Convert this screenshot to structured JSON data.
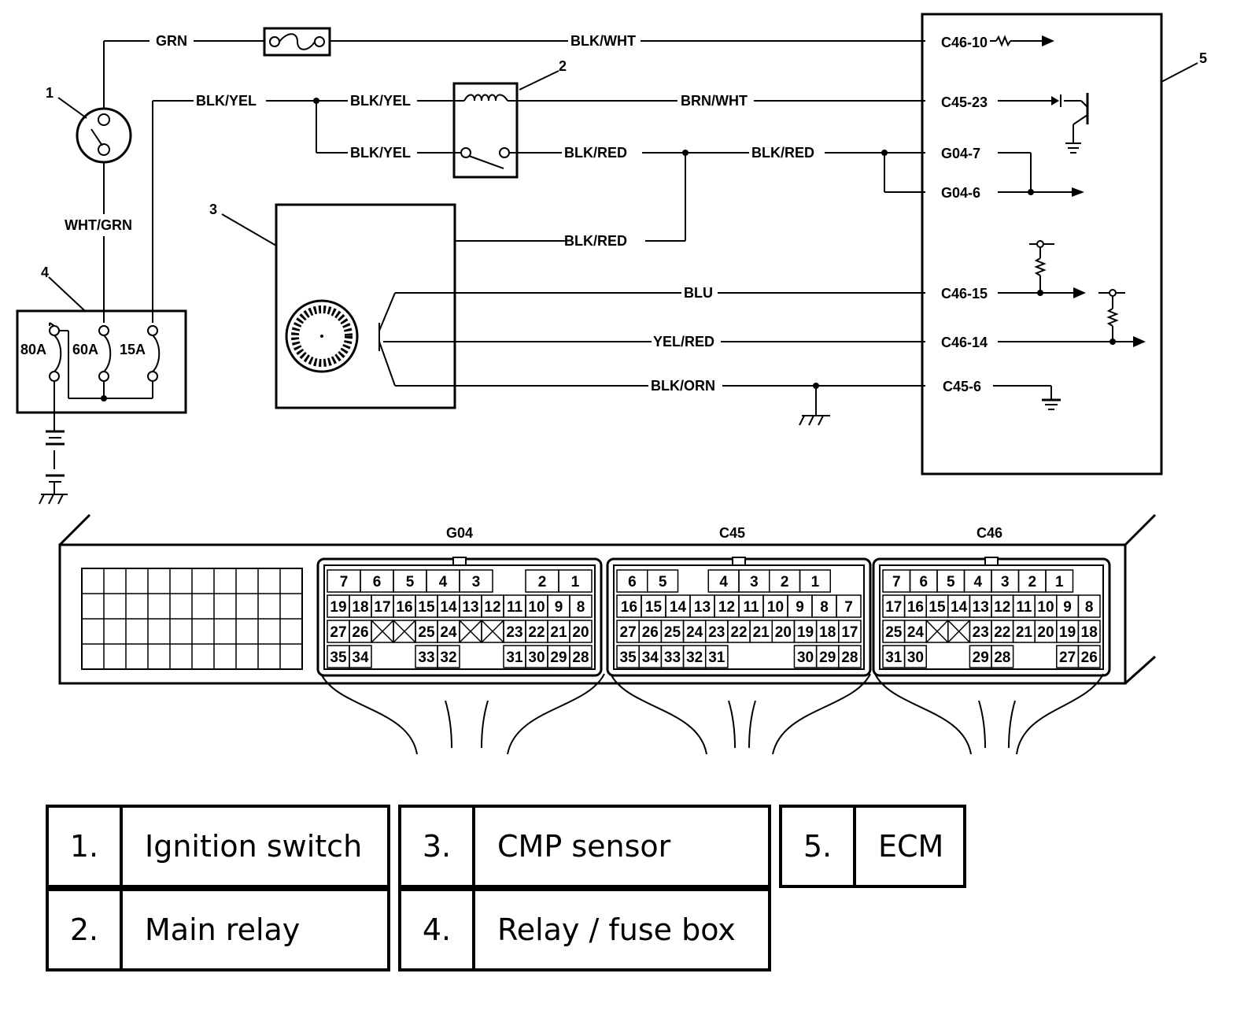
{
  "wires": {
    "grn": "GRN",
    "blk_wht": "BLK/WHT",
    "blk_yel_1": "BLK/YEL",
    "blk_yel_2": "BLK/YEL",
    "blk_yel_3": "BLK/YEL",
    "brn_wht": "BRN/WHT",
    "blk_red_1": "BLK/RED",
    "blk_red_2": "BLK/RED",
    "blk_red_3": "BLK/RED",
    "wht_grn": "WHT/GRN",
    "blu": "BLU",
    "yel_red": "YEL/RED",
    "blk_orn": "BLK/ORN"
  },
  "callouts": {
    "c1": "1",
    "c2": "2",
    "c3": "3",
    "c4": "4",
    "c5": "5"
  },
  "ecm_pins": {
    "p1": "C46-10",
    "p2": "C45-23",
    "p3": "G04-7",
    "p4": "G04-6",
    "p5": "C46-15",
    "p6": "C46-14",
    "p7": "C45-6"
  },
  "fuses": {
    "f1": "80A",
    "f2": "60A",
    "f3": "15A"
  },
  "connectors": {
    "names": [
      "G04",
      "C45",
      "C46"
    ],
    "G04": [
      [
        "7",
        "6",
        "5",
        "4",
        "3",
        "",
        "2",
        "1"
      ],
      [
        "19",
        "18",
        "17",
        "16",
        "15",
        "14",
        "13",
        "12",
        "11",
        "10",
        "9",
        "8"
      ],
      [
        "27",
        "26",
        "X",
        "X",
        "25",
        "24",
        "X",
        "X",
        "23",
        "22",
        "21",
        "20"
      ],
      [
        "35",
        "34",
        "",
        "",
        "33",
        "32",
        "",
        "",
        "31",
        "30",
        "29",
        "28"
      ]
    ],
    "C45": [
      [
        "6",
        "5",
        "",
        "4",
        "3",
        "2",
        "1"
      ],
      [
        "16",
        "15",
        "14",
        "13",
        "12",
        "11",
        "10",
        "9",
        "8",
        "7"
      ],
      [
        "27",
        "26",
        "25",
        "24",
        "23",
        "22",
        "21",
        "20",
        "19",
        "18",
        "17"
      ],
      [
        "35",
        "34",
        "33",
        "32",
        "31",
        "",
        "",
        "",
        "30",
        "29",
        "28"
      ]
    ],
    "C46": [
      [
        "7",
        "6",
        "5",
        "4",
        "3",
        "2",
        "1"
      ],
      [
        "17",
        "16",
        "15",
        "14",
        "13",
        "12",
        "11",
        "10",
        "9",
        "8"
      ],
      [
        "25",
        "24",
        "X",
        "X",
        "23",
        "22",
        "21",
        "20",
        "19",
        "18"
      ],
      [
        "31",
        "30",
        "",
        "",
        "29",
        "28",
        "",
        "",
        "27",
        "26"
      ]
    ]
  },
  "legend": [
    {
      "num": "1.",
      "label": "Ignition switch"
    },
    {
      "num": "3.",
      "label": "CMP sensor"
    },
    {
      "num": "5.",
      "label": "ECM"
    },
    {
      "num": "2.",
      "label": "Main relay"
    },
    {
      "num": "4.",
      "label": "Relay / fuse box"
    }
  ]
}
